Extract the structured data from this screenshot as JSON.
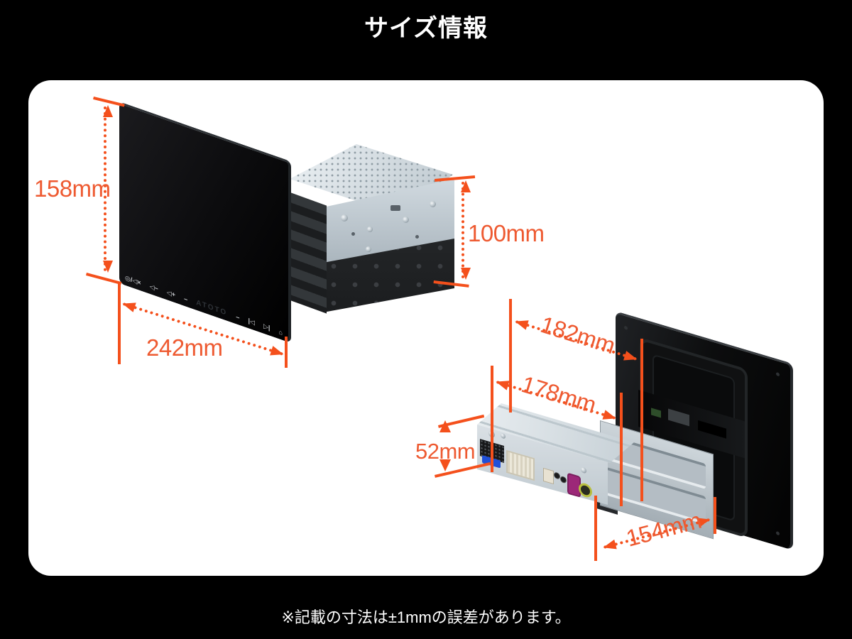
{
  "page": {
    "title": "サイズ情報",
    "footnote": "※記載の寸法は±1mmの誤差があります。",
    "colors": {
      "background": "#000000",
      "card": "#ffffff",
      "dimension_line": "#F4501C",
      "dimension_label": "#EE5A31"
    }
  },
  "front_unit": {
    "name": "display-front-with-chassis",
    "brand": "ATOTO",
    "dimensions": {
      "screen_height": "158mm",
      "screen_width": "242mm",
      "chassis_height": "100mm"
    },
    "touch_controls": [
      {
        "name": "power-mute-icon",
        "glyph": "◎/◁×"
      },
      {
        "name": "volume-down-icon",
        "glyph": "◁−"
      },
      {
        "name": "volume-up-icon",
        "glyph": "◁+"
      },
      {
        "name": "dash-icon",
        "glyph": "−"
      },
      {
        "name": "brand-logo",
        "glyph": "ATOTO"
      },
      {
        "name": "dash-icon",
        "glyph": "−"
      },
      {
        "name": "previous-track-icon",
        "glyph": "|◁"
      },
      {
        "name": "next-track-icon",
        "glyph": "▷|"
      },
      {
        "name": "home-icon",
        "glyph": "⌂"
      }
    ]
  },
  "rear_unit": {
    "name": "display-rear-with-chassis",
    "dimensions": {
      "mount_width": "182mm",
      "chassis_width": "178mm",
      "chassis_height": "52mm",
      "chassis_depth": "154mm"
    }
  }
}
